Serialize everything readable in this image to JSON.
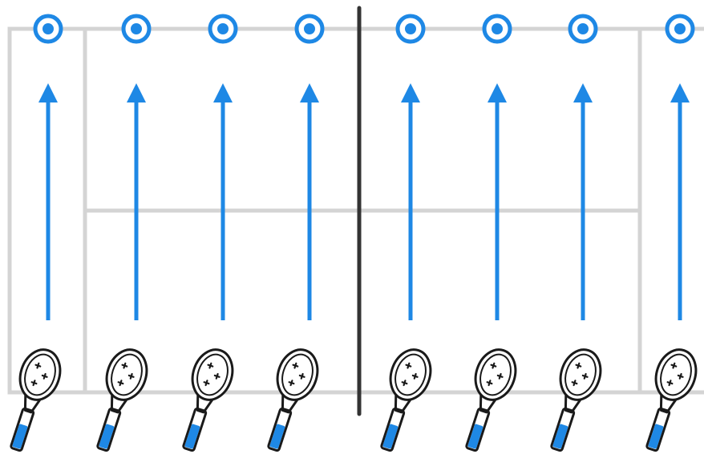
{
  "colors": {
    "court_line": "#d4d4d4",
    "net": "#333333",
    "arrow": "#1e88e5",
    "target": "#1e88e5",
    "racket_outline": "#1a1a1a",
    "racket_handle": "#1e88e5"
  },
  "players": [
    {
      "target_icon": "target-icon",
      "arrow_direction": "up",
      "racket_icon": "racket-icon"
    },
    {
      "target_icon": "target-icon",
      "arrow_direction": "up",
      "racket_icon": "racket-icon"
    },
    {
      "target_icon": "target-icon",
      "arrow_direction": "up",
      "racket_icon": "racket-icon"
    },
    {
      "target_icon": "target-icon",
      "arrow_direction": "up",
      "racket_icon": "racket-icon"
    },
    {
      "target_icon": "target-icon",
      "arrow_direction": "up",
      "racket_icon": "racket-icon"
    },
    {
      "target_icon": "target-icon",
      "arrow_direction": "up",
      "racket_icon": "racket-icon"
    },
    {
      "target_icon": "target-icon",
      "arrow_direction": "up",
      "racket_icon": "racket-icon"
    },
    {
      "target_icon": "target-icon",
      "arrow_direction": "up",
      "racket_icon": "racket-icon"
    }
  ]
}
